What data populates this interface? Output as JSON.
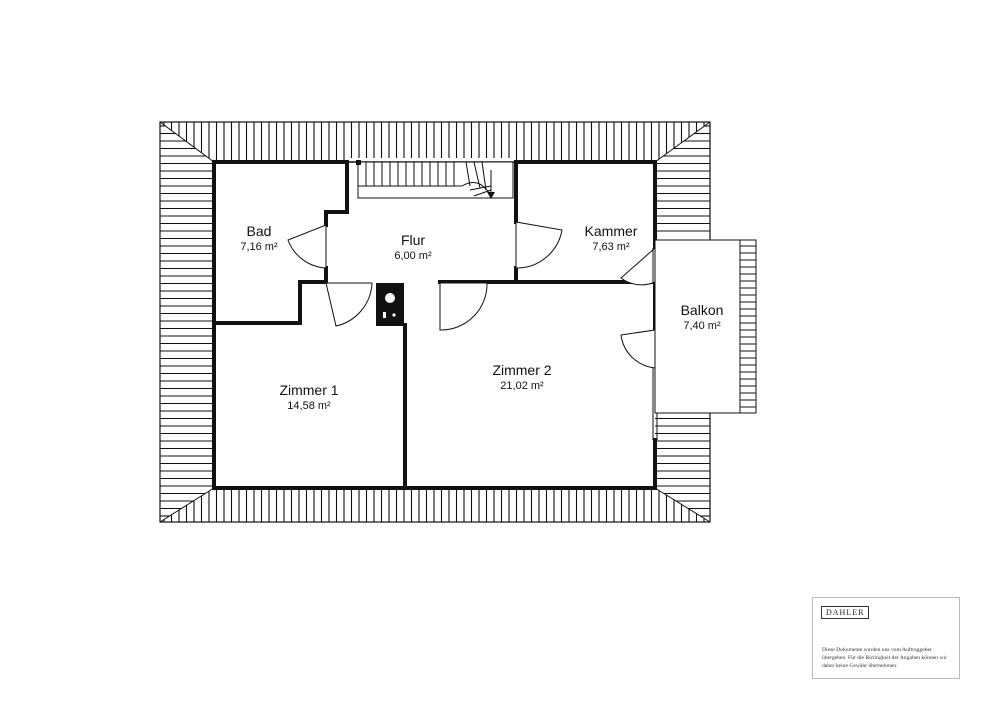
{
  "rooms": [
    {
      "id": "bad",
      "name": "Bad",
      "area": "7,16 m²"
    },
    {
      "id": "flur",
      "name": "Flur",
      "area": "6,00 m²"
    },
    {
      "id": "kammer",
      "name": "Kammer",
      "area": "7,63 m²"
    },
    {
      "id": "balkon",
      "name": "Balkon",
      "area": "7,40 m²"
    },
    {
      "id": "zimmer1",
      "name": "Zimmer 1",
      "area": "14,58 m²"
    },
    {
      "id": "zimmer2",
      "name": "Zimmer 2",
      "area": "21,02 m²"
    }
  ],
  "disclaimer": {
    "brand": "DAHLER",
    "text": "Diese Dokumente wurden uns vom Auftraggeber übergeben. Für die Richtigkeit der Angaben können wir daher keine Gewähr übernehmen."
  }
}
